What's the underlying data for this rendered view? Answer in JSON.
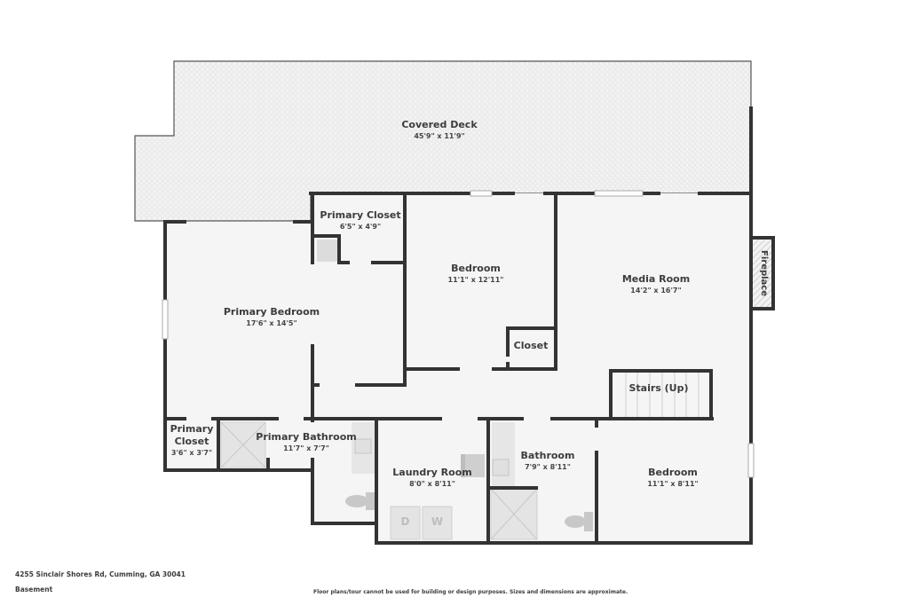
{
  "plan": {
    "floor_label": "Basement",
    "address": "4255 Sinclair Shores Rd, Cumming, GA 30041",
    "disclaimer": "Floor plans/tour cannot be used for building or design purposes. Sizes and dimensions are approximate.",
    "colors": {
      "wall": "#333333",
      "floor": "#f5f5f5",
      "fixture": "#dcdcdc",
      "text": "#3c3c3c"
    }
  },
  "rooms": {
    "covered_deck": {
      "name": "Covered Deck",
      "dim": "45'9\" x 11'9\""
    },
    "primary_closet_top": {
      "name": "Primary Closet",
      "dim": "6'5\" x 4'9\""
    },
    "bedroom_top": {
      "name": "Bedroom",
      "dim": "11'1\" x 12'11\""
    },
    "media_room": {
      "name": "Media Room",
      "dim": "14'2\" x 16'7\""
    },
    "fireplace": {
      "name": "Fireplace"
    },
    "primary_bedroom": {
      "name": "Primary Bedroom",
      "dim": "17'6\" x 14'5\""
    },
    "closet": {
      "name": "Closet"
    },
    "stairs": {
      "name": "Stairs (Up)"
    },
    "primary_closet_bottom": {
      "name1": "Primary",
      "name2": "Closet",
      "dim": "3'6\" x 3'7\""
    },
    "primary_bathroom": {
      "name": "Primary Bathroom",
      "dim": "11'7\" x 7'7\""
    },
    "laundry_room": {
      "name": "Laundry Room",
      "dim": "8'0\" x 8'11\""
    },
    "bathroom": {
      "name": "Bathroom",
      "dim": "7'9\" x 8'11\""
    },
    "bedroom_bottom": {
      "name": "Bedroom",
      "dim": "11'1\" x 8'11\""
    }
  },
  "appliances": {
    "dryer": "D",
    "washer": "W"
  }
}
